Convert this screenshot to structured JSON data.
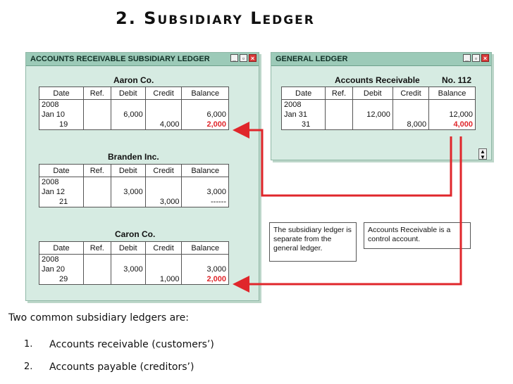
{
  "slide_title": "2. Subsidiary Ledger",
  "sub_window": {
    "title": "ACCOUNTS RECEIVABLE SUBSIDIARY LEDGER",
    "headers": [
      "Date",
      "Ref.",
      "Debit",
      "Credit",
      "Balance"
    ],
    "ledgers": [
      {
        "name": "Aaron Co.",
        "rows": [
          [
            "2008",
            "",
            "",
            "",
            ""
          ],
          [
            "Jan 10",
            "",
            "6,000",
            "",
            "6,000"
          ],
          [
            "19",
            "",
            "",
            "4,000",
            "2,000"
          ]
        ]
      },
      {
        "name": "Branden Inc.",
        "rows": [
          [
            "2008",
            "",
            "",
            "",
            ""
          ],
          [
            "Jan 12",
            "",
            "3,000",
            "",
            "3,000"
          ],
          [
            "21",
            "",
            "",
            "3,000",
            "------"
          ]
        ]
      },
      {
        "name": "Caron Co.",
        "rows": [
          [
            "2008",
            "",
            "",
            "",
            ""
          ],
          [
            "Jan 20",
            "",
            "3,000",
            "",
            "3,000"
          ],
          [
            "29",
            "",
            "",
            "1,000",
            "2,000"
          ]
        ]
      }
    ]
  },
  "gl_window": {
    "title": "GENERAL LEDGER",
    "account": "Accounts Receivable",
    "number": "No. 112",
    "headers": [
      "Date",
      "Ref.",
      "Debit",
      "Credit",
      "Balance"
    ],
    "rows": [
      [
        "2008",
        "",
        "",
        "",
        ""
      ],
      [
        "Jan 31",
        "",
        "12,000",
        "",
        "12,000"
      ],
      [
        "31",
        "",
        "",
        "8,000",
        "4,000"
      ]
    ]
  },
  "notes": [
    "The subsidiary ledger is separate from the general ledger.",
    "Accounts Receivable is a control account."
  ],
  "bullets": {
    "intro": "Two common subsidiary ledgers are:",
    "items": [
      {
        "num": "1.",
        "text": "Accounts receivable (customers’)"
      },
      {
        "num": "2.",
        "text": "Accounts payable (creditors’)"
      }
    ]
  },
  "colors": {
    "arrow": "#e0262b",
    "window_title": "#9ccab8",
    "window_bg": "#d6ebe2"
  }
}
